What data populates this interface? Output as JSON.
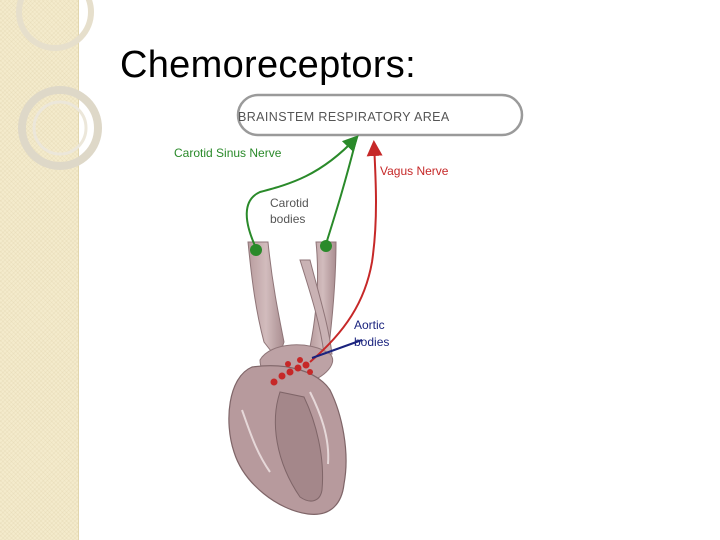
{
  "slide": {
    "title": "Chemoreceptors:"
  },
  "diagram": {
    "header_box": "BRAINSTEM RESPIRATORY AREA",
    "labels": {
      "carotid_sinus_nerve": "Carotid Sinus Nerve",
      "vagus_nerve": "Vagus Nerve",
      "carotid_bodies_line1": "Carotid",
      "carotid_bodies_line2": "bodies",
      "aortic_bodies_line1": "Aortic",
      "aortic_bodies_line2": "bodies"
    },
    "colors": {
      "carotid_green": "#2a8a2a",
      "vagus_red": "#c62828",
      "aortic_blue": "#1a237e",
      "label_gray": "#555555",
      "strip_background": "#f4ebcc"
    }
  }
}
